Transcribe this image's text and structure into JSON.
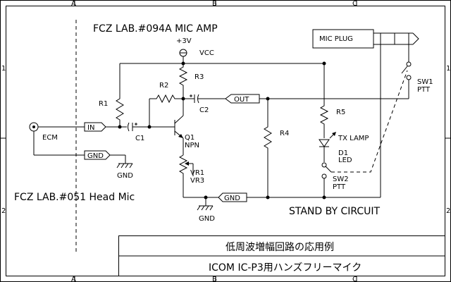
{
  "frame": {
    "columns": [
      "A",
      "B",
      "C"
    ],
    "rows": [
      "1",
      "2"
    ]
  },
  "titles": {
    "mic_amp": "FCZ LAB.#094A  MIC AMP",
    "head_mic": "FCZ LAB.#051 Head Mic",
    "standby": "STAND BY CIRCUIT"
  },
  "title_block": {
    "line1": "低周波増幅回路の応用例",
    "line2": "ICOM IC-P3用ハンズフリーマイク"
  },
  "labels": {
    "supply_voltage": "+3V",
    "vcc": "VCC",
    "r1": "R1",
    "r2": "R2",
    "r3": "R3",
    "r4": "R4",
    "r5": "R5",
    "c1": "C1",
    "c2": "C2",
    "q1": "Q1",
    "npn": "NPN",
    "vr1": "VR1",
    "vr3": "VR3",
    "ecm": "ECM",
    "in_tag": "IN",
    "gnd_tag": "GND",
    "out_tag": "OUT",
    "gnd_tag2": "GND",
    "gnd_sym1": "GND",
    "gnd_sym2": "GND",
    "tx_lamp": "TX LAMP",
    "d1": "D1",
    "led": "LED",
    "sw1": "SW1",
    "sw1_ptt": "PTT",
    "sw2": "SW2",
    "sw2_ptt": "PTT",
    "mic_plug": "MIC PLUG"
  }
}
